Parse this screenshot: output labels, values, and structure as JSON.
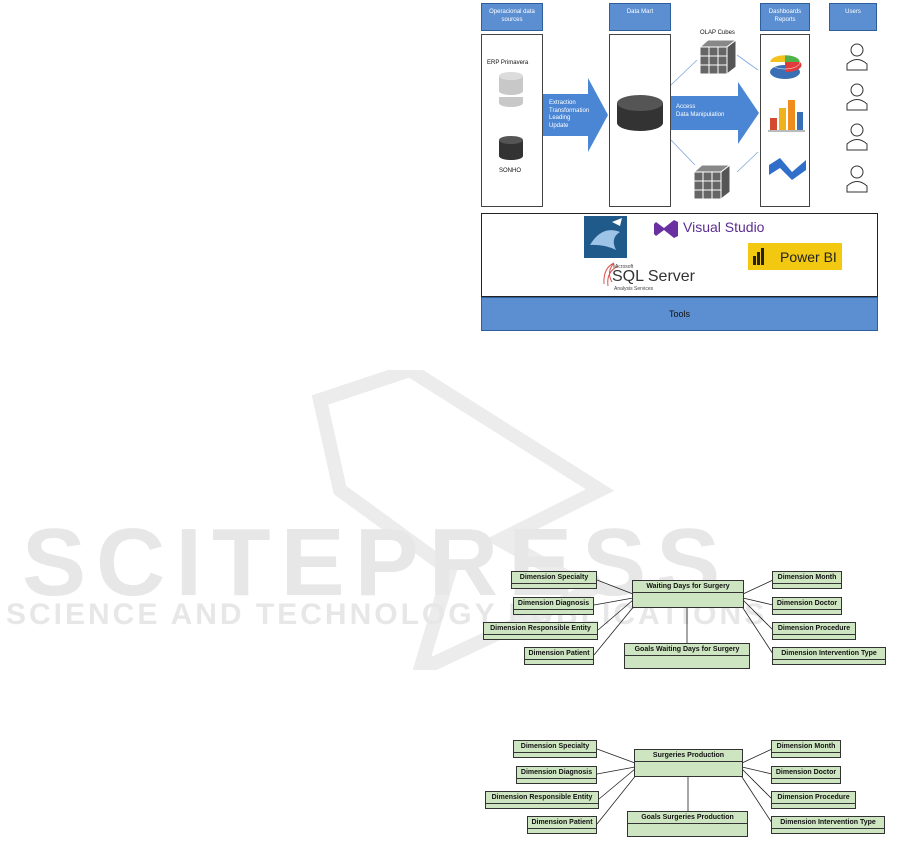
{
  "architecture": {
    "headers": {
      "sources": "Operacional data sources",
      "mart": "Data Mart",
      "dashboards": "Dashboards Reports",
      "users": "Users"
    },
    "sources": {
      "erp": "ERP Primavera",
      "sonho": "SONHO"
    },
    "etl_arrow": [
      "Extraction",
      "Transformation",
      "Leading",
      "Update"
    ],
    "access_arrow": [
      "Access",
      "Data Manipulation"
    ],
    "olap_label": "OLAP Cubes",
    "tools": {
      "visual_studio": "Visual Studio",
      "power_bi": "Power BI",
      "sql_server_prefix": "Microsoft",
      "sql_server": "SQL Server",
      "sql_server_sub": "Analysis Services",
      "bar_label": "Tools"
    }
  },
  "watermark": {
    "big": "SCITEPRESS",
    "small": "SCIENCE AND TECHNOLOGY PUBLICATIONS"
  },
  "schema1": {
    "fact": "Waiting Days for Surgery",
    "goals": "Goals Waiting Days for Surgery",
    "left": [
      "Dimension Specialty",
      "Dimension Diagnosis",
      "Dimension Responsible Entity",
      "Dimension Patient"
    ],
    "right": [
      "Dimension Month",
      "Dimension Doctor",
      "Dimension Procedure",
      "Dimension Intervention Type"
    ]
  },
  "schema2": {
    "fact": "Surgeries Production",
    "goals": "Goals Surgeries Production",
    "left": [
      "Dimension Specialty",
      "Dimension Diagnosis",
      "Dimension Responsible Entity",
      "Dimension Patient"
    ],
    "right": [
      "Dimension Month",
      "Dimension Doctor",
      "Dimension Procedure",
      "Dimension Intervention Type"
    ]
  },
  "colors": {
    "header_blue": "#5b8fd1",
    "node_green": "#cde5c1",
    "arrow_blue": "#4a86d4"
  }
}
